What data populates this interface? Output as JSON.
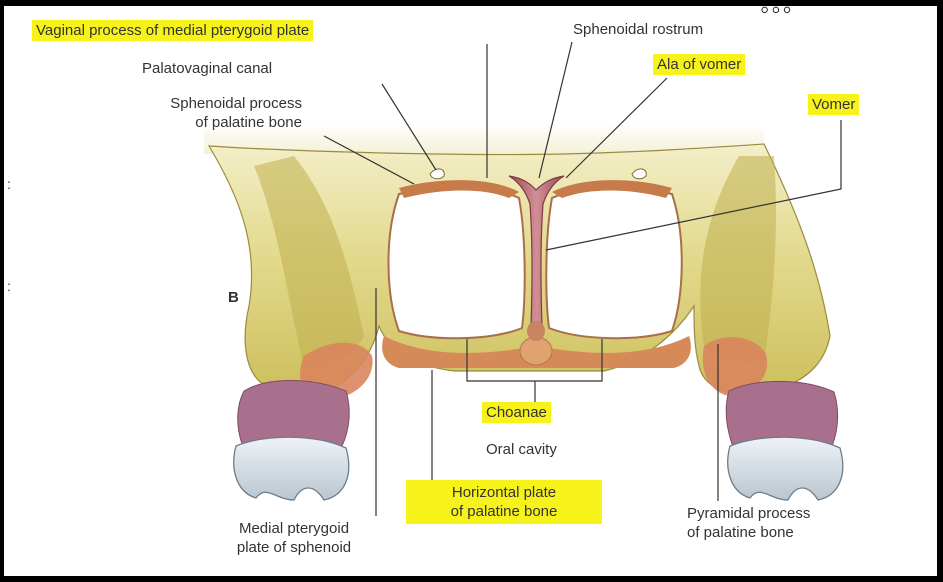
{
  "figure_letter": "B",
  "labels": {
    "vaginal_process": "Vaginal process of medial pterygoid plate",
    "sphenoidal_rostrum": "Sphenoidal rostrum",
    "palatovaginal_canal": "Palatovaginal canal",
    "ala_of_vomer": "Ala of vomer",
    "sphenoidal_process_l1": "Sphenoidal process",
    "sphenoidal_process_l2": "of palatine bone",
    "vomer": "Vomer",
    "choanae": "Choanae",
    "oral_cavity": "Oral cavity",
    "horizontal_plate_l1": "Horizontal plate",
    "horizontal_plate_l2": "of palatine bone",
    "medial_pterygoid_l1": "Medial pterygoid",
    "medial_pterygoid_l2": "plate of sphenoid",
    "pyramidal_process_l1": "Pyramidal process",
    "pyramidal_process_l2": "of palatine bone"
  },
  "highlight_color": "#f7f21a"
}
